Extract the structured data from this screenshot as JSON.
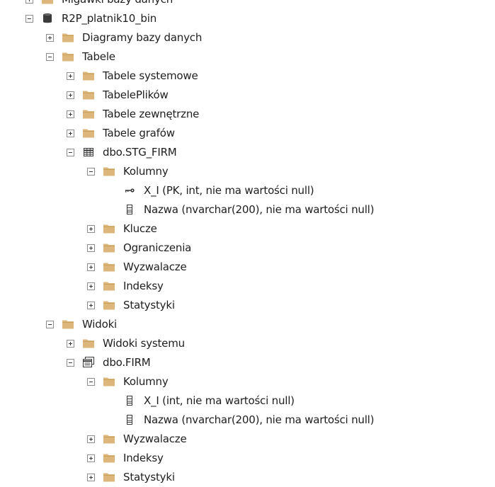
{
  "tree": [
    {
      "label": "Migawki bazy danych",
      "icon": "folder-icon",
      "toggle": "collapsed",
      "level": 0
    },
    {
      "label": "R2P_platnik10_bin",
      "icon": "database-icon",
      "toggle": "expanded",
      "level": 0
    },
    {
      "label": "Diagramy bazy danych",
      "icon": "folder-icon",
      "toggle": "collapsed",
      "level": 1
    },
    {
      "label": "Tabele",
      "icon": "folder-icon",
      "toggle": "expanded",
      "level": 1
    },
    {
      "label": "Tabele systemowe",
      "icon": "folder-icon",
      "toggle": "collapsed",
      "level": 2
    },
    {
      "label": "TabelePlików",
      "icon": "folder-icon",
      "toggle": "collapsed",
      "level": 2
    },
    {
      "label": "Tabele zewnętrzne",
      "icon": "folder-icon",
      "toggle": "collapsed",
      "level": 2
    },
    {
      "label": "Tabele grafów",
      "icon": "folder-icon",
      "toggle": "collapsed",
      "level": 2
    },
    {
      "label": "dbo.STG_FIRM",
      "icon": "table-icon",
      "toggle": "expanded",
      "level": 2
    },
    {
      "label": "Kolumny",
      "icon": "folder-icon",
      "toggle": "expanded",
      "level": 3
    },
    {
      "label": "X_I (PK, int, nie ma wartości null)",
      "icon": "key-icon",
      "toggle": "none",
      "level": 4
    },
    {
      "label": "Nazwa (nvarchar(200), nie ma wartości null)",
      "icon": "column-icon",
      "toggle": "none",
      "level": 4
    },
    {
      "label": "Klucze",
      "icon": "folder-icon",
      "toggle": "collapsed",
      "level": 3
    },
    {
      "label": "Ograniczenia",
      "icon": "folder-icon",
      "toggle": "collapsed",
      "level": 3
    },
    {
      "label": "Wyzwalacze",
      "icon": "folder-icon",
      "toggle": "collapsed",
      "level": 3
    },
    {
      "label": "Indeksy",
      "icon": "folder-icon",
      "toggle": "collapsed",
      "level": 3
    },
    {
      "label": "Statystyki",
      "icon": "folder-icon",
      "toggle": "collapsed",
      "level": 3
    },
    {
      "label": "Widoki",
      "icon": "folder-icon",
      "toggle": "expanded",
      "level": 1
    },
    {
      "label": "Widoki systemu",
      "icon": "folder-icon",
      "toggle": "collapsed",
      "level": 2
    },
    {
      "label": "dbo.FIRM",
      "icon": "view-icon",
      "toggle": "expanded",
      "level": 2
    },
    {
      "label": "Kolumny",
      "icon": "folder-icon",
      "toggle": "expanded",
      "level": 3
    },
    {
      "label": "X_I (int, nie ma wartości null)",
      "icon": "column-icon",
      "toggle": "none",
      "level": 4
    },
    {
      "label": "Nazwa (nvarchar(200), nie ma wartości null)",
      "icon": "column-icon",
      "toggle": "none",
      "level": 4
    },
    {
      "label": "Wyzwalacze",
      "icon": "folder-icon",
      "toggle": "collapsed",
      "level": 3
    },
    {
      "label": "Indeksy",
      "icon": "folder-icon",
      "toggle": "collapsed",
      "level": 3
    },
    {
      "label": "Statystyki",
      "icon": "folder-icon",
      "toggle": "collapsed",
      "level": 3
    }
  ],
  "colors": {
    "folder": "#dcb67a",
    "folder_dark": "#c9a25e",
    "icon_dark": "#3a3a3a",
    "text": "#1e1e1e"
  }
}
